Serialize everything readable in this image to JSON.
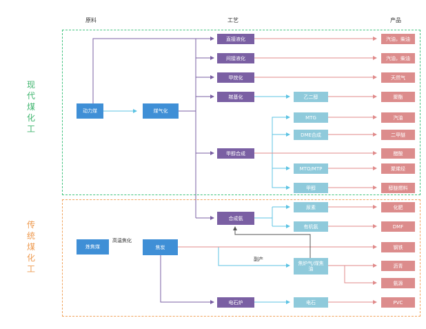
{
  "headers": {
    "raw": "原料",
    "process": "工艺",
    "product": "产品"
  },
  "sections": {
    "modern": "现代煤化工",
    "traditional": "传统煤化工"
  },
  "colors": {
    "modern_border": "#3ec27c",
    "traditional_border": "#f0a25a",
    "raw_box": "#3f8fd6",
    "process_box": "#7a5fa3",
    "intermediate_box": "#8fcadb",
    "product_box": "#dc8c8c",
    "modern_text": "#3fb56e",
    "traditional_text": "#ee9a4f"
  },
  "raw": {
    "thermal_coal": "动力煤",
    "coking_coal": "炼焦煤"
  },
  "process": {
    "gasification": "煤气化",
    "coke": "焦炭",
    "direct_liquefaction": "直接液化",
    "indirect_liquefaction": "间接液化",
    "methanation": "甲烷化",
    "carbonylation": "羰基化",
    "methanol_synthesis": "甲醇合成",
    "ammonia_synthesis": "合成氨",
    "calcium_carbide_furnace": "电石炉"
  },
  "intermediate": {
    "ethylene_glycol": "乙二醇",
    "mtg": "MTG",
    "dme_synthesis": "DME合成",
    "mto_mtp": "MTO/MTP",
    "methanol": "甲醇",
    "urea": "尿素",
    "organic_ammonia": "有机氨",
    "coke_gas_tar": "焦炉气/煤焦油",
    "calcium_carbide": "电石"
  },
  "products": {
    "p1": "汽油，柴油",
    "p2": "汽油，柴油",
    "p3": "天然气",
    "p4": "聚酯",
    "p5": "汽油",
    "p6": "二甲醚",
    "p7": "醋酸",
    "p8": "聚烯烃",
    "p9": "醇醚燃料",
    "p10": "化肥",
    "p11": "DMF",
    "p12": "钢铁",
    "p13": "沥青",
    "p14": "氨源",
    "p15": "PVC"
  },
  "labels": {
    "high_temp_coking": "高温焦化",
    "byproduct": "副产"
  }
}
